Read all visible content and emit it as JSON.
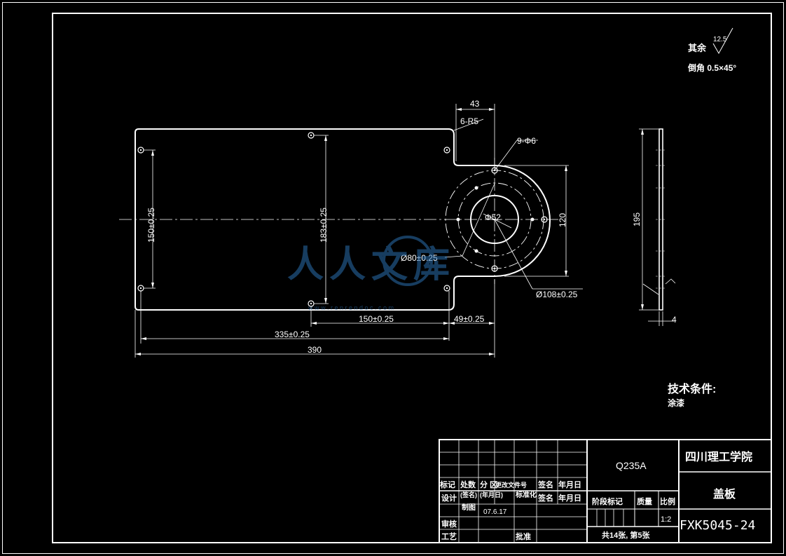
{
  "notes": {
    "surface_prefix": "其余",
    "surface_value": "12.5",
    "chamfer": "倒角 0.5×45°",
    "tech_title": "技术条件:",
    "tech_item": "涂漆"
  },
  "dims": {
    "d43": "43",
    "r5": "6-R5",
    "holes": "9-Φ6",
    "d150v": "150±0.25",
    "d183": "183±0.25",
    "d52": "Φ52",
    "d80": "Ø80±0.25",
    "d120": "120",
    "d108": "Ø108±0.25",
    "d150h": "150±0.25",
    "d49": "49±0.25",
    "d335": "335±0.25",
    "d390": "390",
    "d195": "195",
    "d4": "4"
  },
  "watermark": {
    "text": "人人文库",
    "url": "w w w . r e n r e n d o c . c o m"
  },
  "titleblock": {
    "material": "Q235A",
    "school": "四川理工学院",
    "part_name": "盖板",
    "drawing_no": "FXK5045-24",
    "scale": "1:2",
    "sheets": "共14张, 第5张",
    "date": "07.6.17",
    "h_marks": "标记",
    "h_count": "处数",
    "h_zone": "分 区",
    "h_doc": "更改文件号",
    "h_sign": "签名",
    "h_date": "年月日",
    "r_design": "设计",
    "r_sign2": "(签名)",
    "r_date2": "(年月日)",
    "r_std": "标准化",
    "r_sign3": "签名",
    "r_date3": "年月日",
    "r_review": "审核",
    "r_process": "工艺",
    "r_approve": "批准",
    "r_draw": "制图",
    "h_stage": "阶段标记",
    "h_mass": "质量",
    "h_ratio": "比例"
  }
}
